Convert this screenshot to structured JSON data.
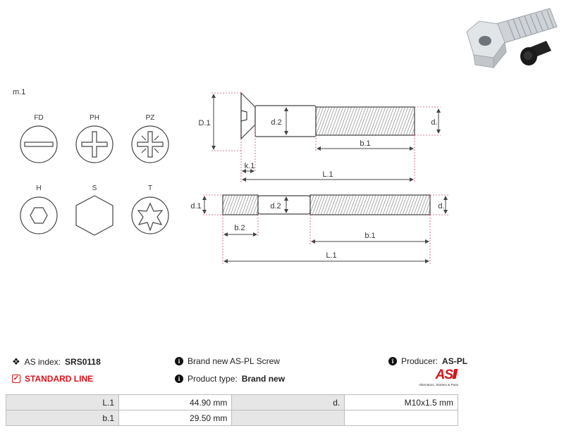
{
  "drawing": {
    "variant_label": "m.1",
    "heads": [
      "FD",
      "PH",
      "PZ",
      "H",
      "S",
      "T"
    ],
    "dims_top": {
      "D1": "D.1",
      "d2": "d.2",
      "d": "d.",
      "b1": "b.1",
      "k1": "k.1",
      "L1": "L.1"
    },
    "dims_bottom": {
      "d1": "d.1",
      "d2": "d.2",
      "d": "d.",
      "b2": "b.2",
      "b1": "b.1",
      "L1": "L.1"
    }
  },
  "info": {
    "as_index_label": "AS index:",
    "as_index_value": "SRS0118",
    "standard_line": "STANDARD LINE",
    "description": "Brand new AS-PL Screw",
    "product_type_label": "Product type:",
    "product_type_value": "Brand new",
    "producer_label": "Producer:",
    "producer_value": "AS-PL",
    "logo_text": "AS",
    "logo_tagline": "Alternators, Starters & Parts"
  },
  "specs": [
    {
      "label": "L.1",
      "value": "44.90 mm",
      "label2": "d.",
      "value2": "M10x1.5 mm"
    },
    {
      "label": "b.1",
      "value": "29.50 mm",
      "label2": "",
      "value2": ""
    }
  ],
  "colors": {
    "accent_red": "#d4151d",
    "pink_dim": "#d54a86",
    "table_label_bg": "#e6e6e6"
  }
}
